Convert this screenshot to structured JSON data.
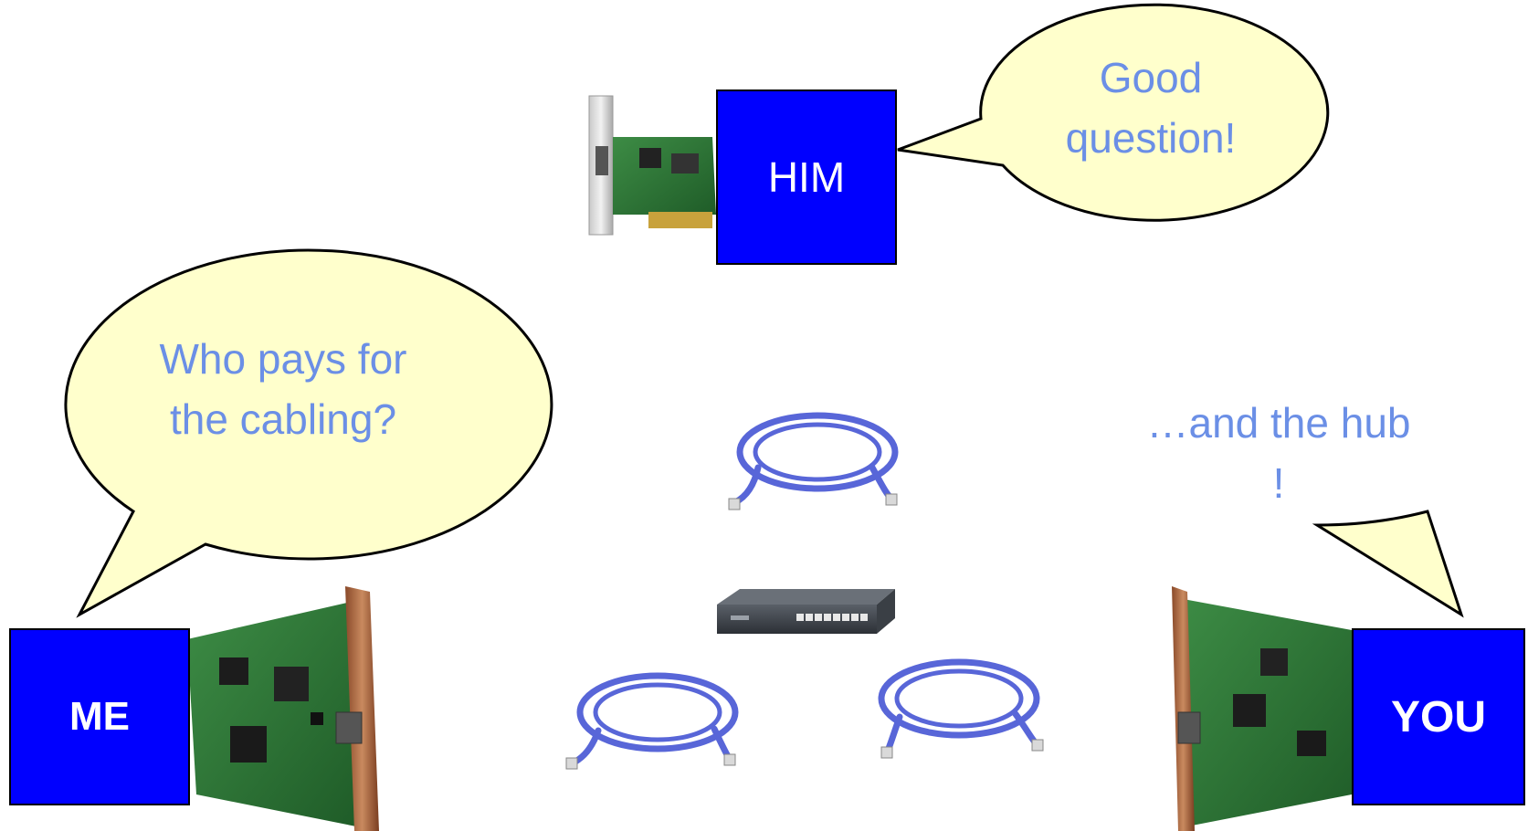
{
  "boxes": {
    "him": "HIM",
    "me": "ME",
    "you": "YOU"
  },
  "bubbles": {
    "him": {
      "line1": "Good",
      "line2": "question!"
    },
    "me": {
      "line1": "Who pays for",
      "line2": "the cabling?"
    },
    "you": {
      "line1": "…and the hub",
      "line2": "!"
    }
  },
  "colors": {
    "box_fill": "#0000ff",
    "box_text": "#ffffff",
    "bubble_fill": "#ffffcc",
    "bubble_text": "#6b8fe6",
    "cable": "#5866d8",
    "card_pcb": "#2d7a35"
  },
  "icons": [
    "network-card-icon",
    "ethernet-cable-icon",
    "network-hub-icon"
  ]
}
